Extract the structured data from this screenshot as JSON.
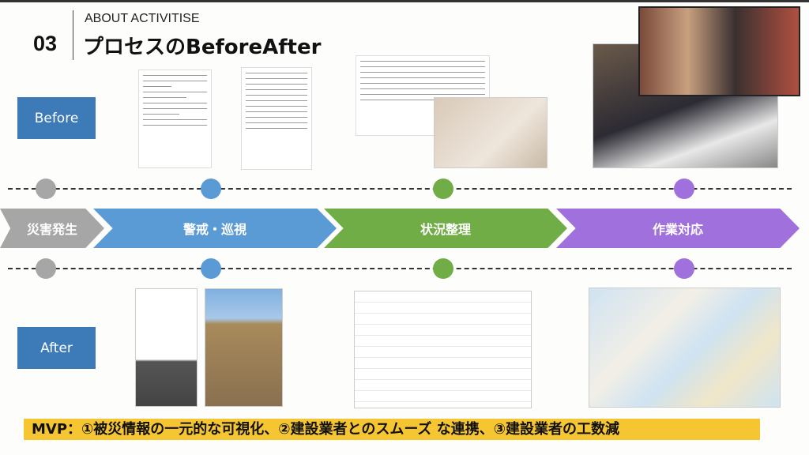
{
  "header": {
    "section_number": "03",
    "subtitle": "ABOUT ACTIVITISE",
    "title": "プロセスのBeforeAfter"
  },
  "rows": {
    "before_label": "Before",
    "after_label": "After"
  },
  "steps": [
    {
      "label": "災害発生",
      "color": "#a6a6a6"
    },
    {
      "label": "警戒・巡視",
      "color": "#5b9bd5"
    },
    {
      "label": "状況整理",
      "color": "#70ad47"
    },
    {
      "label": "作業対応",
      "color": "#a070dc"
    }
  ],
  "banner": {
    "text": "MVP：①被災情報の一元的な可視化、②建設業者とのスムーズ な連携、③建設業者の工数減",
    "color": "#f5c532"
  }
}
